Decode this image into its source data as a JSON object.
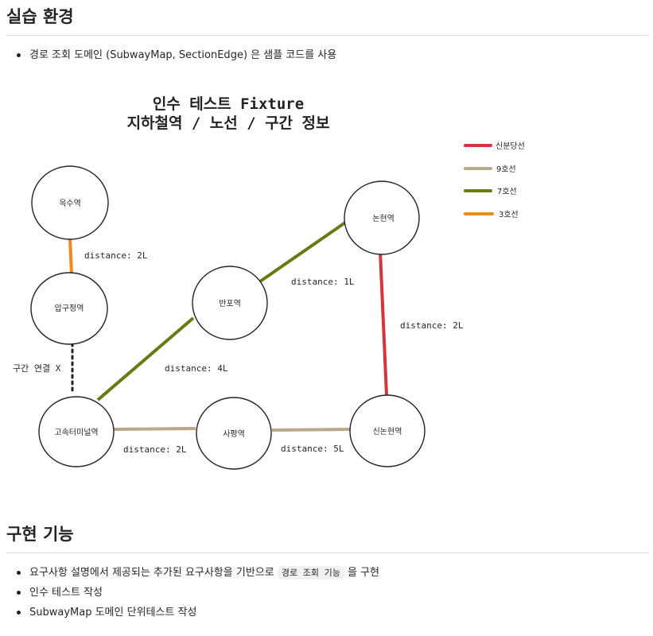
{
  "section_env": {
    "title": "실습 환경",
    "items": [
      "경로 조회 도메인 (SubwayMap, SectionEdge) 은 샘플 코드를 사용"
    ]
  },
  "diagram": {
    "title_line1": "인수 테스트 Fixture",
    "title_line2": "지하철역 / 노선 / 구간 정보",
    "legend": [
      {
        "label": "신분당선",
        "color": "#d4343a"
      },
      {
        "label": "9호선",
        "color": "#b9a98a"
      },
      {
        "label": "7호선",
        "color": "#6a7a12"
      },
      {
        "label": "3호선",
        "color": "#f08a1c"
      }
    ],
    "stations": {
      "oksu": "옥수역",
      "apgujeong": "압구정역",
      "express_terminal": "고속터미널역",
      "sapyeong": "사평역",
      "sinnonhyeon": "신논현역",
      "banpo": "반포역",
      "nonhyeon": "논현역"
    },
    "edges": {
      "oksu_apgujeong": "distance: 2L",
      "banpo_nonhyeon": "distance: 1L",
      "nonhyeon_sinnonhyeon": "distance: 2L",
      "terminal_banpo": "distance: 4L",
      "terminal_sapyeong": "distance: 2L",
      "sapyeong_sinnonhyeon": "distance: 5L"
    },
    "no_link_label": "구간 연결 X"
  },
  "section_impl": {
    "title": "구현 기능",
    "item1_before": "요구사항 설명에서 제공되는 추가된 요구사항을 기반으로",
    "item1_code": "경로 조회 기능",
    "item1_after": "을 구현",
    "item2": "인수 테스트 작성",
    "item3": "SubwayMap 도메인 단위테스트 작성"
  }
}
